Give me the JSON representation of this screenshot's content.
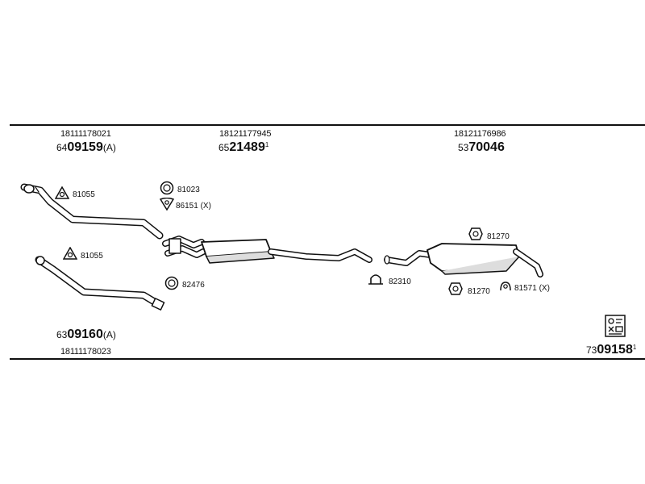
{
  "top_refs": [
    {
      "oe": "18111178021",
      "prefix": "64",
      "main": "09159",
      "suffix": "(A)",
      "sup": ""
    },
    {
      "oe": "18121177945",
      "prefix": "65",
      "main": "21489",
      "suffix": "",
      "sup": "1"
    },
    {
      "oe": "18121176986",
      "prefix": "53",
      "main": "70046",
      "suffix": "",
      "sup": ""
    }
  ],
  "bottom_ref": {
    "oe": "18111178023",
    "prefix": "63",
    "main": "09160",
    "suffix": "(A)"
  },
  "kit_ref": {
    "prefix": "73",
    "main": "09158",
    "sup": "1"
  },
  "accessories": [
    {
      "code": "81055"
    },
    {
      "code": "81055"
    },
    {
      "code": "81023"
    },
    {
      "code": "86151 (X)"
    },
    {
      "code": "82476"
    },
    {
      "code": "82310"
    },
    {
      "code": "81270"
    },
    {
      "code": "81270"
    },
    {
      "code": "81571 (X)"
    }
  ]
}
